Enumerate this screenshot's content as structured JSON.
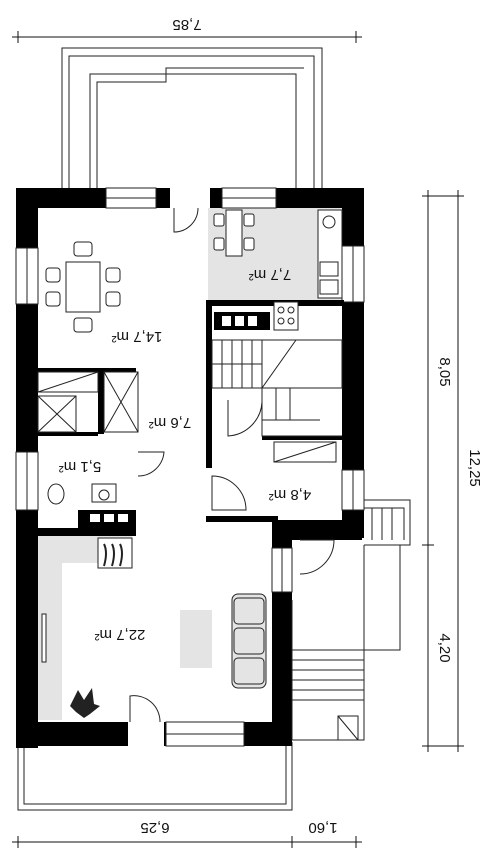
{
  "dimensions": {
    "top_width": "7,85",
    "right_upper": "8,05",
    "right_total": "12,25",
    "right_lower": "4,20",
    "bottom_left": "6,25",
    "bottom_right": "1,60"
  },
  "rooms": {
    "dining": "14,7 m²",
    "kitchen": "7,7 m²",
    "hall": "7,6 m²",
    "bathroom": "5,1 m²",
    "vestibule": "4,8 m²",
    "living": "22,7 m²"
  },
  "colors": {
    "wall": "#000000",
    "floor_grey": "#e4e4e4",
    "line": "#222222",
    "background": "#ffffff"
  }
}
